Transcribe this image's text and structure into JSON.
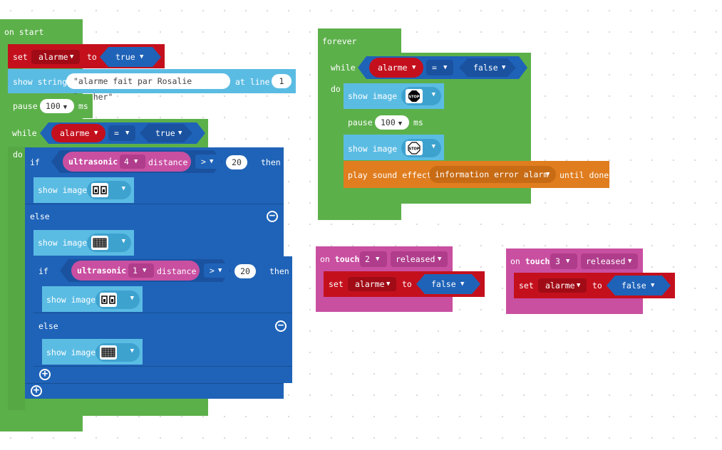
{
  "on_start": {
    "header": "on start",
    "set_block": {
      "set": "set",
      "variable": "alarme",
      "to": "to",
      "value": "true"
    },
    "show_string": {
      "label": "show string",
      "text": "\"alarme fait par Rosalie Boucher\"",
      "at_line": "at line",
      "line": "1"
    },
    "pause": {
      "label": "pause",
      "value": "100",
      "unit": "ms"
    },
    "while_block": {
      "while": "while",
      "variable": "alarme",
      "op": "=",
      "value": "true",
      "do": "do"
    },
    "if1": {
      "if": "if",
      "sensor": "ultrasonic",
      "port": "4",
      "distance": "distance",
      "op": ">",
      "value": "20",
      "then": "then"
    },
    "show_image_1": {
      "label": "show image",
      "icon": "eyes-icon"
    },
    "else1": "else",
    "show_image_2": {
      "label": "show image",
      "icon": "grid-icon"
    },
    "if2": {
      "if": "if",
      "sensor": "ultrasonic",
      "port": "1",
      "distance": "distance",
      "op": ">",
      "value": "20",
      "then": "then"
    },
    "show_image_3": {
      "label": "show image",
      "icon": "eyes-icon"
    },
    "else2": "else",
    "show_image_4": {
      "label": "show image",
      "icon": "grid-icon"
    }
  },
  "forever": {
    "header": "forever",
    "while_block": {
      "while": "while",
      "variable": "alarme",
      "op": "=",
      "value": "false",
      "do": "do"
    },
    "show_image_1": {
      "label": "show image",
      "icon": "stop-sign-icon",
      "sign_text": "STOP"
    },
    "pause": {
      "label": "pause",
      "value": "100",
      "unit": "ms"
    },
    "show_image_2": {
      "label": "show image",
      "icon": "stop-sign-outline-icon",
      "sign_text": "STOP"
    },
    "play_sound": {
      "label": "play sound effect",
      "sound": "information error alarm",
      "until": "until done"
    }
  },
  "on_touch_2": {
    "on": "on",
    "touch": "touch",
    "pin": "2",
    "event": "released",
    "set_block": {
      "set": "set",
      "variable": "alarme",
      "to": "to",
      "value": "false"
    }
  },
  "on_touch_3": {
    "on": "on",
    "touch": "touch",
    "pin": "3",
    "event": "released",
    "set_block": {
      "set": "set",
      "variable": "alarme",
      "to": "to",
      "value": "false"
    }
  },
  "colors": {
    "event_green": "#5cb04a",
    "variable_red": "#c4101d",
    "display_lightblue": "#5bbce3",
    "logic_darkblue": "#1f63b8",
    "sensor_pink": "#c94fa1",
    "sound_orange": "#e07d1f"
  }
}
